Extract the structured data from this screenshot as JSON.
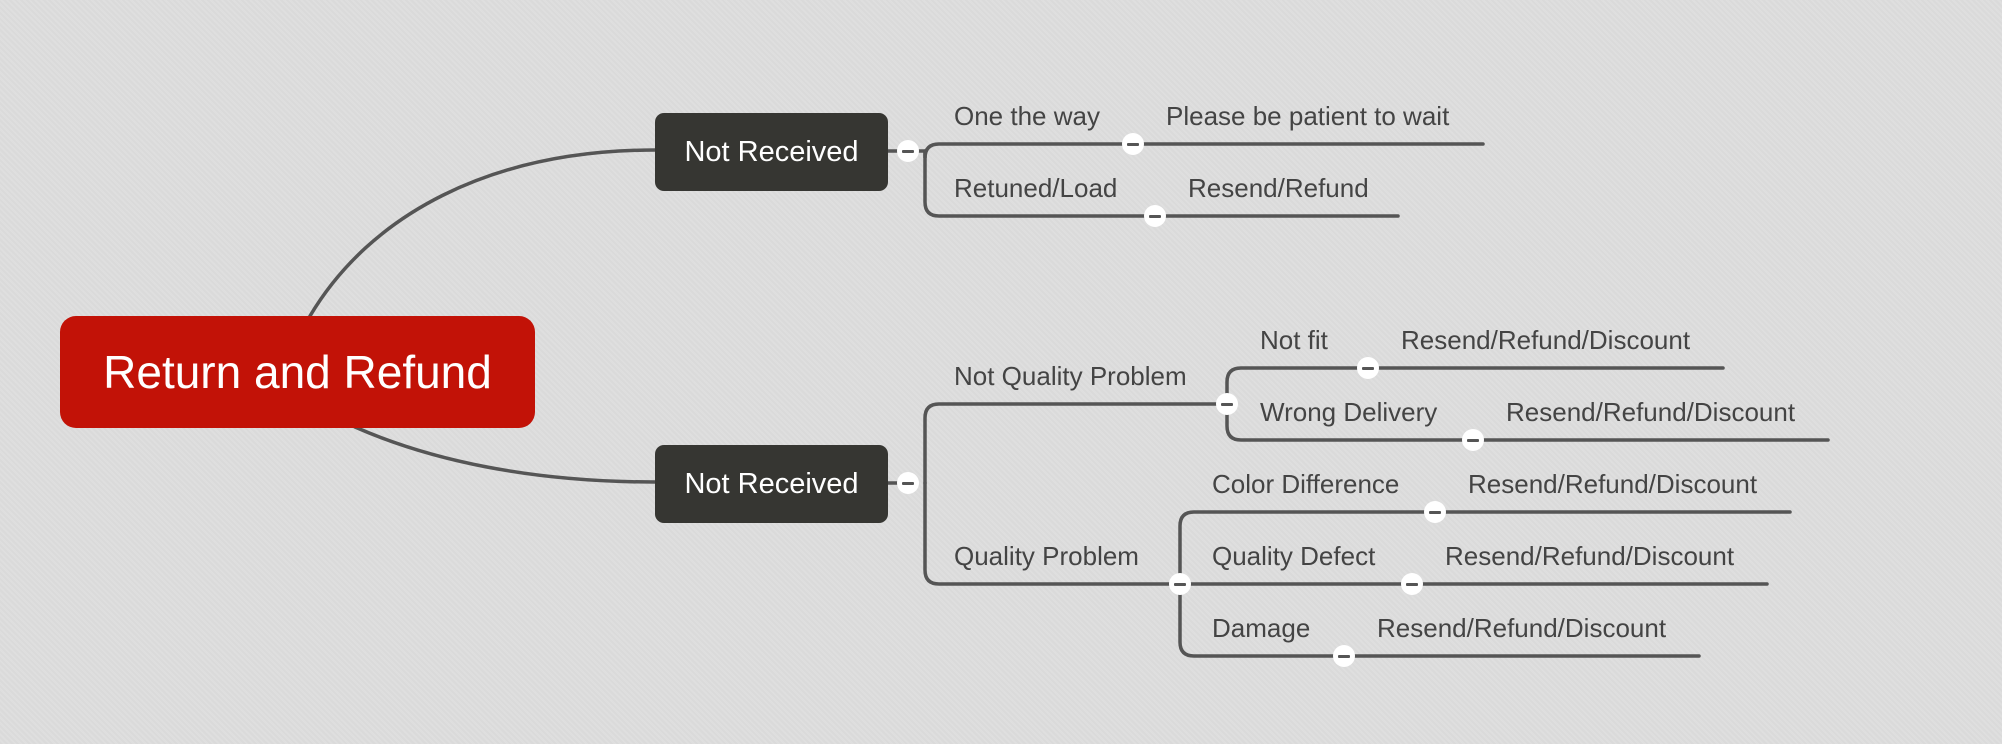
{
  "root": {
    "label": "Return and Refund"
  },
  "branches": [
    {
      "label": "Not Received",
      "children": [
        {
          "label": "One the way",
          "children": [
            {
              "label": "Please be patient to wait"
            }
          ]
        },
        {
          "label": "Retuned/Load",
          "children": [
            {
              "label": "Resend/Refund"
            }
          ]
        }
      ]
    },
    {
      "label": "Not Received",
      "children": [
        {
          "label": "Not Quality Problem",
          "children": [
            {
              "label": "Not fit",
              "children": [
                {
                  "label": "Resend/Refund/Discount"
                }
              ]
            },
            {
              "label": "Wrong Delivery",
              "children": [
                {
                  "label": "Resend/Refund/Discount"
                }
              ]
            }
          ]
        },
        {
          "label": "Quality Problem",
          "children": [
            {
              "label": "Color Difference",
              "children": [
                {
                  "label": "Resend/Refund/Discount"
                }
              ]
            },
            {
              "label": "Quality Defect",
              "children": [
                {
                  "label": "Resend/Refund/Discount"
                }
              ]
            },
            {
              "label": "Damage",
              "children": [
                {
                  "label": "Resend/Refund/Discount"
                }
              ]
            }
          ]
        }
      ]
    }
  ],
  "colors": {
    "root": "#c21207",
    "branch": "#363632",
    "line": "#555555",
    "text": "#444444",
    "background": "#dedede"
  }
}
